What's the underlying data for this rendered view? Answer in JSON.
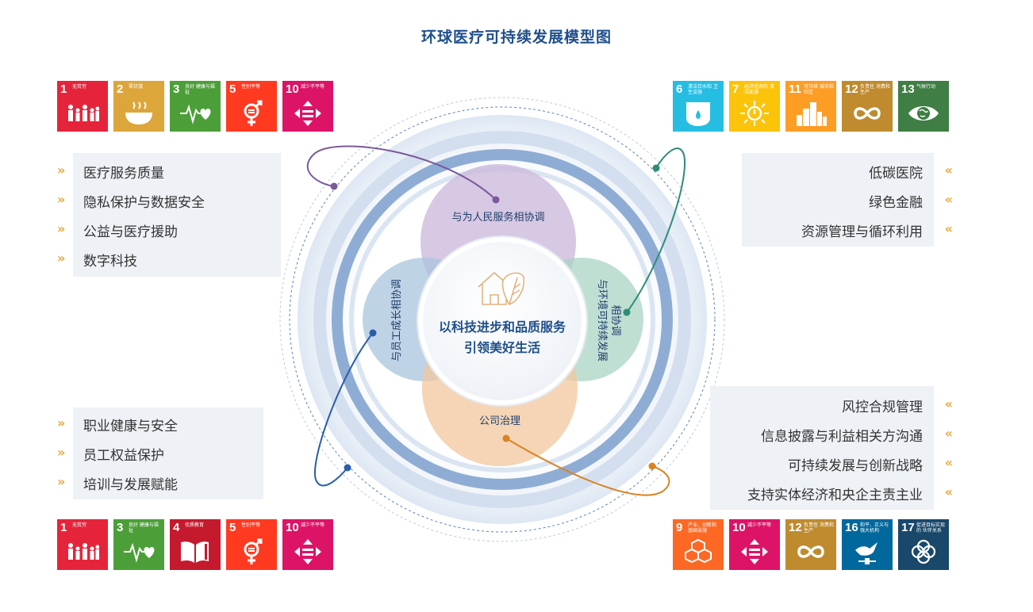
{
  "title": "环球医疗可持续发展模型图",
  "center": {
    "line1": "以科技进步和品质服务",
    "line2": "引领美好生活",
    "icon": "house-leaf-icon"
  },
  "petals": {
    "top": "与为人民服务相协调",
    "left": "与员工成长相协调",
    "right_line1": "与环境可持续发展",
    "right_line2": "相协调",
    "bottom": "公司治理"
  },
  "colors": {
    "petal_top": "#c9b6d9",
    "petal_left": "#a9c4dd",
    "petal_right": "#a9d4c4",
    "petal_bottom": "#f2c79c",
    "ring": "#8fadd4",
    "line_purple": "#7a5a9a",
    "line_green": "#2f8c77",
    "line_blue": "#2a5ea8",
    "line_orange": "#d98322"
  },
  "panels": {
    "top_left": [
      "医疗服务质量",
      "隐私保护与数据安全",
      "公益与医疗援助",
      "数字科技"
    ],
    "top_right": [
      "低碳医院",
      "绿色金融",
      "资源管理与循环利用"
    ],
    "bottom_left": [
      "职业健康与安全",
      "员工权益保护",
      "培训与发展赋能"
    ],
    "bottom_right": [
      "风控合规管理",
      "信息披露与利益相关方沟通",
      "可持续发展与创新战略",
      "支持实体经济和央企主责主业"
    ],
    "bullet_right": "»",
    "bullet_left": "«"
  },
  "sdg": {
    "top_left": [
      {
        "num": "1",
        "label": "无贫穷",
        "color": "#e5243b",
        "icon": "family-icon"
      },
      {
        "num": "2",
        "label": "零饥饿",
        "color": "#dda63a",
        "icon": "bowl-icon"
      },
      {
        "num": "3",
        "label": "良好 健康与福祉",
        "color": "#4c9f38",
        "icon": "heartbeat-icon"
      },
      {
        "num": "5",
        "label": "性别平等",
        "color": "#ff3a21",
        "icon": "gender-icon"
      },
      {
        "num": "10",
        "label": "减少不平等",
        "color": "#dd1367",
        "icon": "equality-icon"
      }
    ],
    "top_right": [
      {
        "num": "6",
        "label": "清洁饮水和 卫生设施",
        "color": "#26bde2",
        "icon": "water-drop-icon"
      },
      {
        "num": "7",
        "label": "经济适用的 清洁能源",
        "color": "#fcc30b",
        "icon": "sun-power-icon"
      },
      {
        "num": "11",
        "label": "可持续 城市和社区",
        "color": "#fd9d24",
        "icon": "city-icon"
      },
      {
        "num": "12",
        "label": "负责任 消费和生产",
        "color": "#bf8b2e",
        "icon": "infinity-icon"
      },
      {
        "num": "13",
        "label": "气候行动",
        "color": "#3f7e44",
        "icon": "eye-globe-icon"
      }
    ],
    "bottom_left": [
      {
        "num": "1",
        "label": "无贫穷",
        "color": "#e5243b",
        "icon": "family-icon"
      },
      {
        "num": "3",
        "label": "良好 健康与福祉",
        "color": "#4c9f38",
        "icon": "heartbeat-icon"
      },
      {
        "num": "4",
        "label": "优质教育",
        "color": "#c5192d",
        "icon": "book-icon"
      },
      {
        "num": "5",
        "label": "性别平等",
        "color": "#ff3a21",
        "icon": "gender-icon"
      },
      {
        "num": "10",
        "label": "减少不平等",
        "color": "#dd1367",
        "icon": "equality-icon"
      }
    ],
    "bottom_right": [
      {
        "num": "9",
        "label": "产业、创新和 基础设施",
        "color": "#fd6925",
        "icon": "cubes-icon"
      },
      {
        "num": "10",
        "label": "减少不平等",
        "color": "#dd1367",
        "icon": "equality-icon"
      },
      {
        "num": "12",
        "label": "负责任 消费和生产",
        "color": "#bf8b2e",
        "icon": "infinity-icon"
      },
      {
        "num": "16",
        "label": "和平、正义与 强大机构",
        "color": "#00689d",
        "icon": "dove-icon"
      },
      {
        "num": "17",
        "label": "促进目标实现的 伙伴关系",
        "color": "#19486a",
        "icon": "rings-icon"
      }
    ]
  }
}
